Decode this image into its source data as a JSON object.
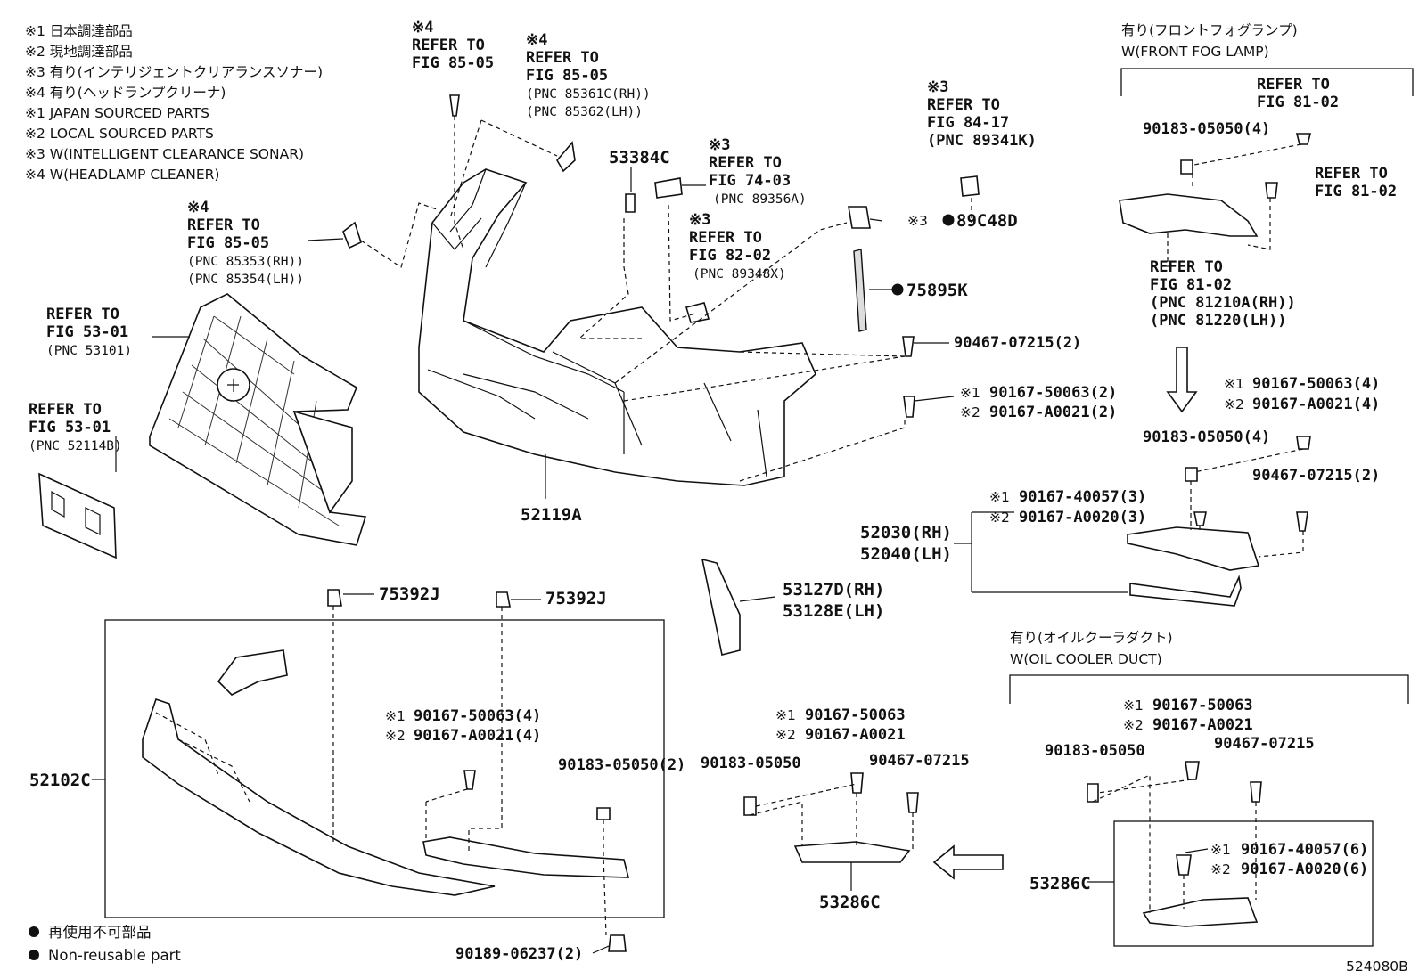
{
  "notes": {
    "jp": [
      "※1 日本調達部品",
      "※2 現地調達部品",
      "※3 有り(インテリジェントクリアランスソナー)",
      "※4 有り(ヘッドランプクリーナ)"
    ],
    "en": [
      "※1 JAPAN SOURCED PARTS",
      "※2 LOCAL SOURCED PARTS",
      "※3 W(INTELLIGENT CLEARANCE SONAR)",
      "※4 W(HEADLAMP CLEANER)"
    ]
  },
  "legend": {
    "jp": "再使用不可部品",
    "en": "Non-reusable part"
  },
  "figure_id": "524080B",
  "groups": {
    "fog": {
      "jp": "有り(フロントフォグランプ)",
      "en": "W(FRONT FOG LAMP)"
    },
    "oil": {
      "jp": "有り(オイルクーラダクト)",
      "en": "W(OIL COOLER DUCT)"
    }
  },
  "refs": {
    "r1": {
      "note": "※4",
      "l1": "REFER TO",
      "l2": "FIG 85-05"
    },
    "r2": {
      "note": "※4",
      "l1": "REFER TO",
      "l2": "FIG 85-05",
      "p1": "(PNC 85361C(RH))",
      "p2": "(PNC 85362(LH))"
    },
    "r3": {
      "note": "※4",
      "l1": "REFER TO",
      "l2": "FIG 85-05",
      "p1": "(PNC 85353(RH))",
      "p2": "(PNC 85354(LH))"
    },
    "r4": {
      "l1": "REFER TO",
      "l2": "FIG 53-01",
      "p1": "(PNC 53101)"
    },
    "r5": {
      "l1": "REFER TO",
      "l2": "FIG 53-01",
      "p1": "(PNC 52114B)"
    },
    "r6": {
      "note": "※3",
      "l1": "REFER TO",
      "l2": "FIG 74-03",
      "p1": "(PNC 89356A)"
    },
    "r7": {
      "note": "※3",
      "l1": "REFER TO",
      "l2": "FIG 82-02",
      "p1": "(PNC 89348X)"
    },
    "r8": {
      "note": "※3",
      "l1": "REFER TO",
      "l2": "FIG 84-17",
      "p1": "(PNC 89341K)"
    },
    "r9": {
      "l1": "REFER TO",
      "l2": "FIG 81-02"
    },
    "r10": {
      "l1": "REFER TO",
      "l2": "FIG 81-02"
    },
    "r11": {
      "l1": "REFER TO",
      "l2": "FIG 81-02",
      "p1": "(PNC 81210A(RH))",
      "p2": "(PNC 81220(LH))"
    }
  },
  "parts": {
    "p53384C": "53384C",
    "p89C48D_note": "※3",
    "p89C48D": "89C48D",
    "p75895K": "75895K",
    "p90467_2": "90467-07215(2)",
    "n1": "※1",
    "n2": "※2",
    "p50063_2": "90167-50063(2)",
    "pA0021_2": "90167-A0021(2)",
    "p52119A": "52119A",
    "p90183_4a": "90183-05050(4)",
    "p50063_4a": "90167-50063(4)",
    "pA0021_4a": "90167-A0021(4)",
    "p90183_4b": "90183-05050(4)",
    "p90467_2b": "90467-07215(2)",
    "p40057_3": "90167-40057(3)",
    "pA0020_3": "90167-A0020(3)",
    "p52030": "52030(RH)",
    "p52040": "52040(LH)",
    "p53127D": "53127D(RH)",
    "p53128E": "53128E(LH)",
    "p75392J_a": "75392J",
    "p75392J_b": "75392J",
    "p52102C": "52102C",
    "p50063_4b": "90167-50063(4)",
    "pA0021_4b": "90167-A0021(4)",
    "p90183_2": "90183-05050(2)",
    "p90189": "90189-06237(2)",
    "p50063_c": "90167-50063",
    "pA0021_c": "90167-A0021",
    "p90183_c": "90183-05050",
    "p90467_c": "90467-07215",
    "p53286C_a": "53286C",
    "p50063_d": "90167-50063",
    "pA0021_d": "90167-A0021",
    "p90183_d": "90183-05050",
    "p90467_d": "90467-07215",
    "p40057_6": "90167-40057(6)",
    "pA0020_6": "90167-A0020(6)",
    "p53286C_b": "53286C"
  }
}
